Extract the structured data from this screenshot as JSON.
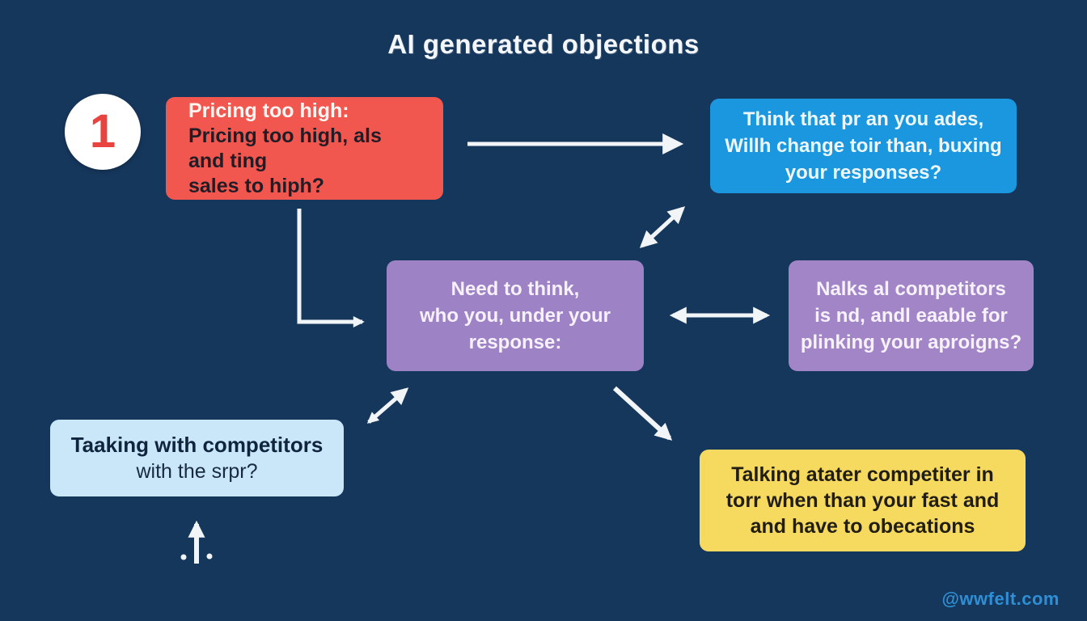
{
  "title": "AI generated objections",
  "badge": {
    "number": "1"
  },
  "nodes": {
    "pricing": {
      "heading": "Pricing too high:",
      "lines": [
        "Pricing too high, als and ting",
        "sales to hiph?"
      ]
    },
    "think_change": {
      "lines": [
        "Think that pr an you ades,",
        "Willh change toir than, buxing",
        "your responses?"
      ]
    },
    "need_to_think": {
      "lines": [
        "Need to think,",
        "who you, under your",
        "response:"
      ]
    },
    "competitors_eval": {
      "lines": [
        "Nalks al competitors",
        "is nd, andl eaable for",
        "plinking your aproigns?"
      ]
    },
    "talking_competitors": {
      "lines": [
        "Taaking with competitors",
        "with the srpr?"
      ]
    },
    "talking_after": {
      "lines": [
        "Talking atater competiter in",
        "torr when than your fast and",
        "and have to obecations"
      ]
    }
  },
  "watermark": "@wwfelt.com",
  "colors": {
    "background": "#16375c",
    "node_red": "#f2574f",
    "node_blue": "#1a97de",
    "node_purple": "#9e82c6",
    "node_light_blue": "#c9e7f8",
    "node_yellow": "#f5da5f",
    "arrow": "#f2f5f8",
    "badge_bg": "#ffffff",
    "badge_number": "#e8433e",
    "watermark_color": "#2e8fd6"
  }
}
